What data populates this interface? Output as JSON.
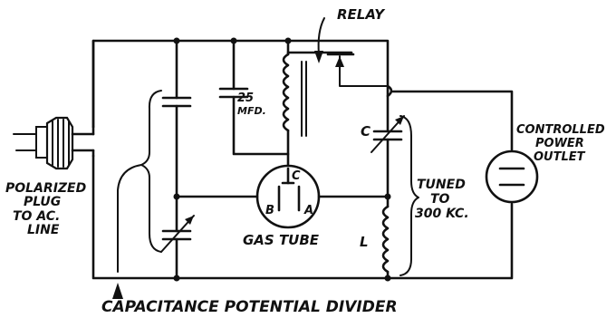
{
  "labels": {
    "relay": "RELAY",
    "cap_value_1": "25",
    "cap_value_2": "MFD.",
    "c_label": "C",
    "tube_c": "C",
    "tube_b": "B",
    "tube_a": "A",
    "gas_tube": "GAS TUBE",
    "l_label": "L",
    "tuned_1": "TUNED",
    "tuned_2": "TO",
    "tuned_3": "300 KC.",
    "outlet_1": "CONTROLLED",
    "outlet_2": "POWER",
    "outlet_3": "OUTLET",
    "plug_1": "POLARIZED",
    "plug_2": "PLUG",
    "plug_3": "TO  AC.",
    "plug_4": "LINE",
    "divider": "CAPACITANCE  POTENTIAL  DIVIDER"
  },
  "colors": {
    "ink": "#111111",
    "paper": "#ffffff"
  }
}
